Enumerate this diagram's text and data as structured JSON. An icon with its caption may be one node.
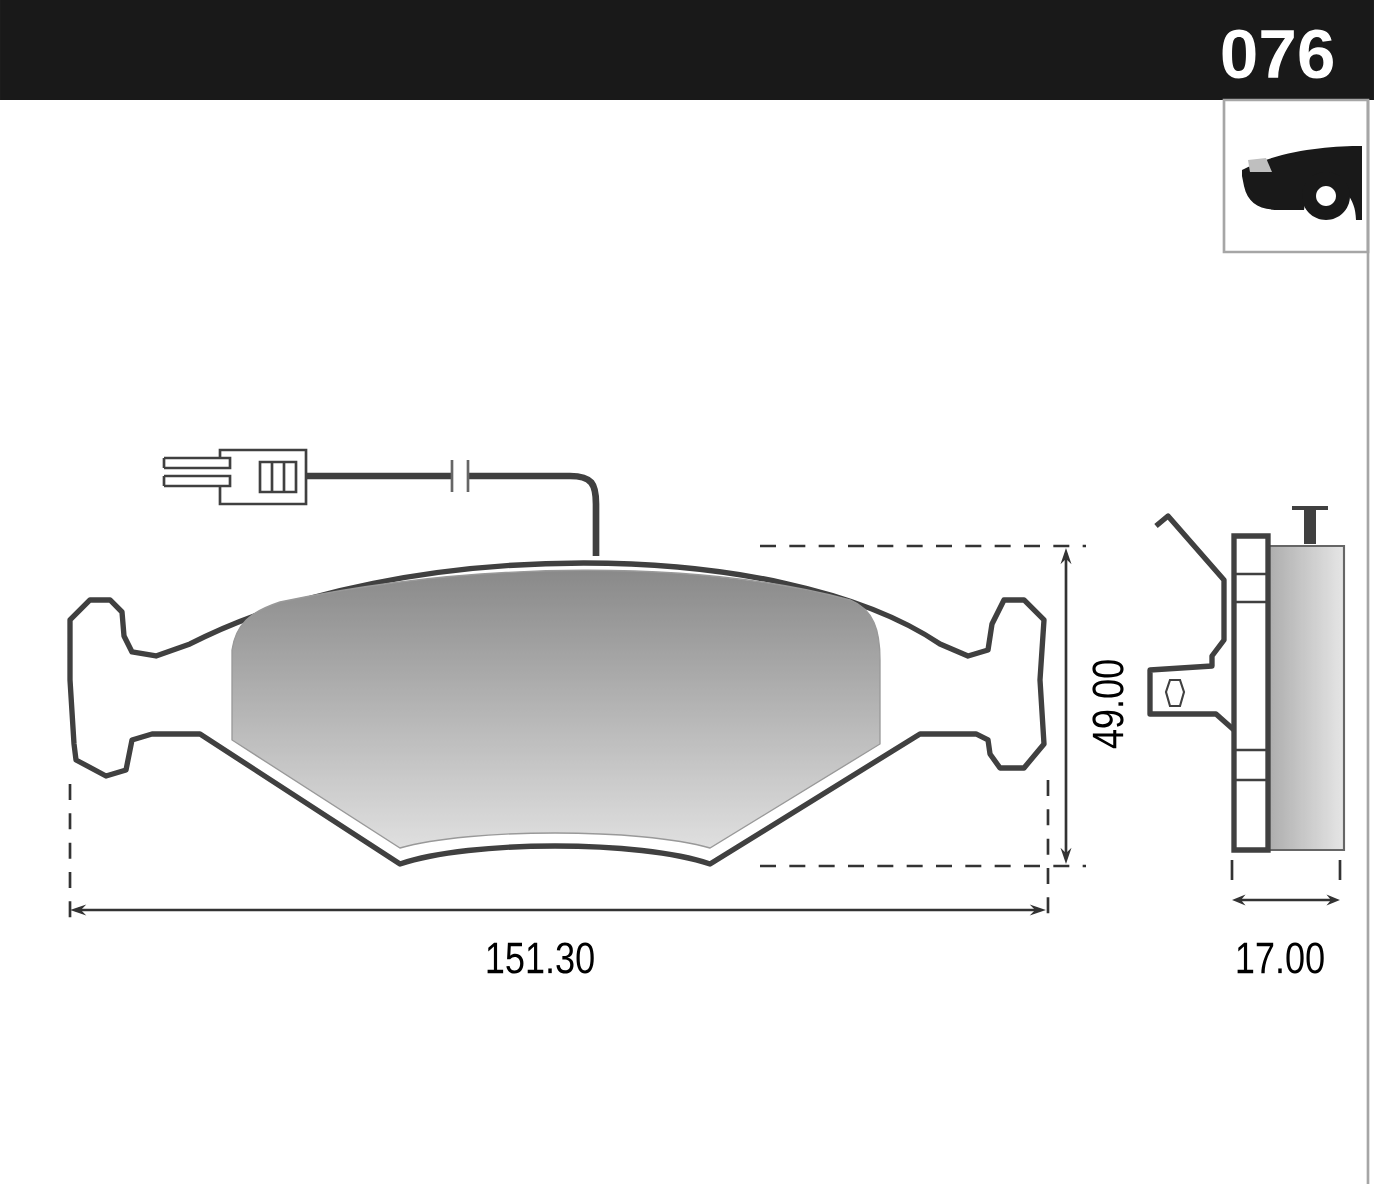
{
  "diagram": {
    "labels": [
      "076",
      "49.00",
      "151.30",
      "17.00"
    ]
  }
}
